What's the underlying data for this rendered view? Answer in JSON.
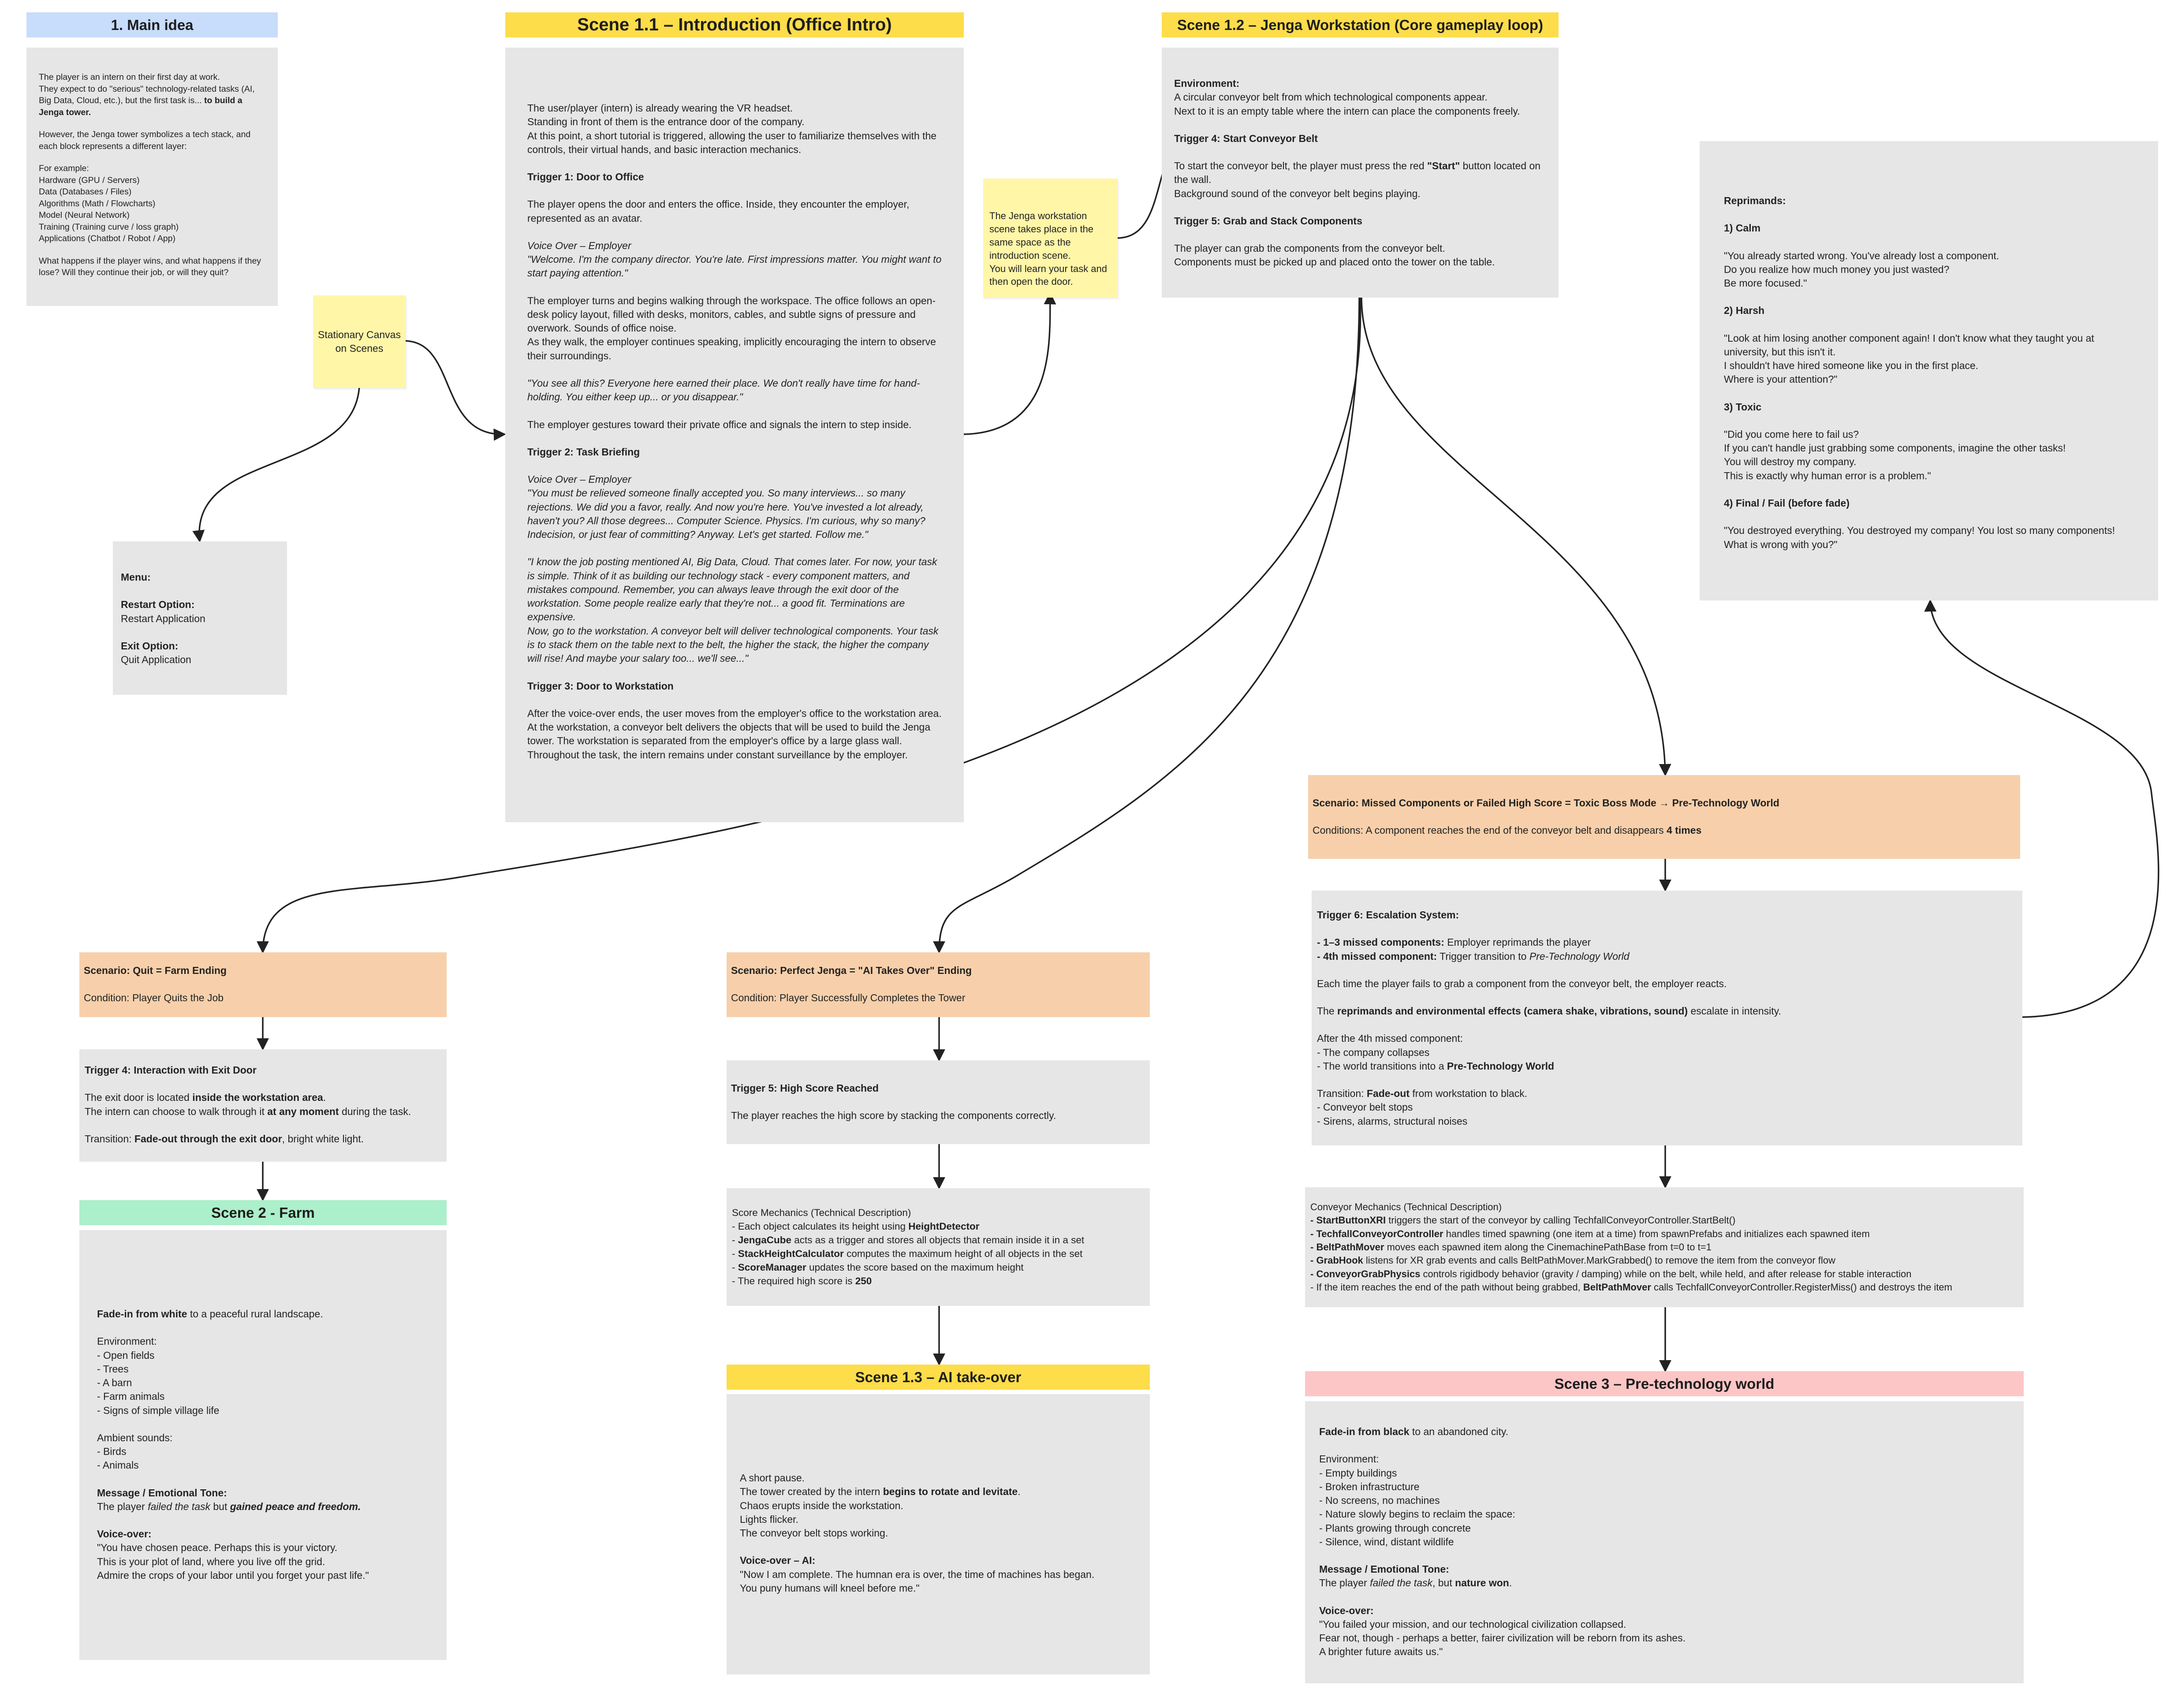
{
  "colors": {
    "canvas_bg": "#ffffff",
    "box_bg": "#e6e6e6",
    "header_yellow": "#fddd4a",
    "header_blue": "#c8dcfb",
    "header_green": "#acefcb",
    "header_pink": "#fdc6c6",
    "scenario_peach": "#f7d0ab",
    "sticky_yellow": "#fff6a8",
    "connector": "#222222"
  },
  "main_idea": {
    "title": "1. Main idea",
    "p1": [
      "The player is an intern on their first day at work.\nThey expect to do \"serious\" technology-related tasks (AI, Big Data, Cloud, etc.), but the first task is... ",
      {
        "b": "to build a Jenga tower."
      }
    ],
    "p2": [
      "However, the Jenga tower symbolizes a tech stack, and each block represents a different layer:"
    ],
    "p3": [
      "For example:\nHardware (GPU / Servers)\nData (Databases / Files)\nAlgorithms (Math / Flowcharts)\nModel (Neural Network)\nTraining (Training curve / loss graph)\nApplications (Chatbot / Robot / App)"
    ],
    "p4": [
      "What happens if the player wins, and what happens if they lose? Will they continue their job, or will they quit?"
    ]
  },
  "sticky_canvas": {
    "text": "Stationary Canvas\non Scenes"
  },
  "menu": {
    "p1": [
      {
        "b": "Menu:"
      }
    ],
    "p2": [
      {
        "b": "Restart Option:"
      },
      "\nRestart Application"
    ],
    "p3": [
      {
        "b": "Exit Option:"
      },
      "\nQuit Application"
    ]
  },
  "scene_1_1": {
    "title": "Scene 1.1 – Introduction (Office Intro)",
    "p1": [
      "The user/player (intern) is already wearing the VR headset.\n Standing in front of them is the entrance door of the company.\nAt this point, a short tutorial is triggered, allowing the user to familiarize themselves with the controls, their virtual hands, and basic interaction mechanics."
    ],
    "p2": [
      {
        "b": "Trigger 1: Door to Office"
      }
    ],
    "p3": [
      "The player opens the door and enters the office. Inside, they encounter the employer, represented as an avatar."
    ],
    "p4": [
      {
        "i": "Voice Over – Employer\n\"Welcome. I'm the company director. You're late. First impressions matter. You might want to start paying attention.\""
      }
    ],
    "p5": [
      "The employer turns and begins walking through the workspace. The office follows an open-desk policy layout, filled with desks, monitors, cables, and subtle signs of pressure and overwork. Sounds of office noise.\nAs they walk, the employer continues speaking, implicitly encouraging the intern to observe their surroundings."
    ],
    "p6": [
      {
        "i": "\"You see all this? Everyone here earned their place. We don't really have time for hand-holding. You either keep up... or you disappear.\""
      }
    ],
    "p7": [
      "The employer gestures toward their private office and signals the intern to step inside."
    ],
    "p8": [
      {
        "b": "Trigger 2: Task Briefing"
      }
    ],
    "p9": [
      {
        "i": "Voice Over – Employer\n\"You must be relieved someone finally accepted you. So many interviews... so many rejections. We did you a favor, really. And now you're here. You've invested a lot already, haven't you? All those degrees... Computer Science. Physics. I'm curious, why so many? Indecision, or just fear of committing? Anyway. Let's get started. Follow me.\""
      }
    ],
    "p10": [
      {
        "i": "\"I know the job posting mentioned AI, Big Data, Cloud. That comes later. For now, your task is simple. Think of it as building our technology stack - every component matters, and mistakes compound. Remember, you can always leave through the exit door of the workstation. Some people realize early that they're not... a good fit. Terminations are expensive.\nNow, go to the workstation. A conveyor belt will deliver technological components. Your task is to stack them on the table next to the belt, the higher the stack, the higher the company will rise! And maybe your salary too... we'll see...\""
      }
    ],
    "p11": [
      {
        "b": "Trigger 3: Door to Workstation"
      }
    ],
    "p12": [
      "After the voice-over ends, the user moves from the employer's office to the workstation area.\nAt the workstation, a conveyor belt delivers the objects that will be used to build the Jenga tower. The workstation is separated from the employer's office by a large glass wall.\nThroughout the task, the intern remains under constant surveillance by the employer."
    ]
  },
  "sticky_workstation": {
    "text": "The Jenga workstation scene takes place in the same space as the introduction scene.\n You will learn your task and then open the door."
  },
  "scene_1_2": {
    "title": "Scene 1.2 – Jenga Workstation (Core gameplay loop)",
    "p1": [
      {
        "b": "Environment:"
      },
      "\n A circular conveyor belt from which technological components appear.\n Next to it is an empty table where the intern can place the components freely."
    ],
    "p2": [
      {
        "b": "Trigger 4: Start Conveyor Belt"
      }
    ],
    "p3": [
      "To start the conveyor belt, the player must press the red ",
      {
        "b": "\"Start\""
      },
      " button located on the wall.\nBackground sound of the conveyor belt begins playing."
    ],
    "p4": [
      {
        "b": "Trigger 5: Grab and Stack Components"
      }
    ],
    "p5": [
      "The player can grab the components from the conveyor belt.\nComponents must be picked up and placed onto the tower on the table."
    ]
  },
  "reprimands": {
    "p1": [
      {
        "b": "Reprimands:"
      }
    ],
    "p2": [
      {
        "b": "1) Calm"
      }
    ],
    "p3": [
      "\"You already started wrong. You've already lost a component.\nDo you realize how much money you just wasted?\nBe more focused.\""
    ],
    "p4": [
      {
        "b": "2) Harsh"
      }
    ],
    "p5": [
      "\"Look at him losing another component again! I don't know what they taught you at university, but this isn't it.\nI shouldn't have hired someone like you in the first place.\nWhere is your attention?\""
    ],
    "p6": [
      {
        "b": "3) Toxic"
      }
    ],
    "p7": [
      "\"Did you come here to fail us?\nIf you can't handle just grabbing some components, imagine the other tasks!\nYou will destroy my company.\nThis is exactly why human error is a problem.\""
    ],
    "p8": [
      {
        "b": "4) Final / Fail (before fade)"
      }
    ],
    "p9": [
      "\"You destroyed everything. You destroyed my company! You lost so many components!\nWhat is wrong with you?\""
    ]
  },
  "scenario_toxic": {
    "p1": [
      {
        "b": "Scenario: Missed Components or Failed High Score = Toxic Boss Mode → Pre-Technology World"
      }
    ],
    "p2": [
      "Conditions: A component reaches the end of the conveyor belt and disappears ",
      {
        "b": "4 times"
      }
    ]
  },
  "trigger6": {
    "p1": [
      {
        "b": "Trigger 6: Escalation System:"
      }
    ],
    "p2": [
      {
        "b": "- 1–3 missed components:"
      },
      " Employer reprimands the player\n",
      {
        "b": "- 4th missed component:"
      },
      " Trigger transition to ",
      {
        "i": "Pre-Technology World"
      }
    ],
    "p3": [
      "Each time the player fails to grab a component from the conveyor belt, the employer reacts."
    ],
    "p4": [
      "The ",
      {
        "b": "reprimands and environmental effects (camera shake, vibrations, sound)"
      },
      " escalate in intensity."
    ],
    "p5": [
      "After the 4th missed component:\n- The company collapses\n- The world transitions into a ",
      {
        "b": "Pre-Technology World"
      }
    ],
    "p6": [
      "Transition: ",
      {
        "b": "Fade-out"
      },
      " from workstation to black.\n- Conveyor belt stops\n- Sirens, alarms, structural noises"
    ]
  },
  "conveyor_mechanics": {
    "p1": [
      "Conveyor Mechanics (Technical Description)\n",
      {
        "b": "- StartButtonXRI"
      },
      " triggers the start of the conveyor by calling TechfallConveyorController.StartBelt()\n",
      {
        "b": "- TechfallConveyorController"
      },
      " handles timed spawning (one item at a time) from spawnPrefabs and initializes each spawned item\n",
      {
        "b": "- BeltPathMover"
      },
      " moves each spawned item along the CinemachinePathBase from t=0 to t=1\n",
      {
        "b": "- GrabHook"
      },
      " listens for XR grab events and calls BeltPathMover.MarkGrabbed() to remove the item from the conveyor flow\n",
      {
        "b": "- ConveyorGrabPhysics"
      },
      " controls rigidbody behavior (gravity / damping) while on the belt, while held, and after release for stable interaction\n- If the item reaches the end of the path without being grabbed, ",
      {
        "b": "BeltPathMover"
      },
      " calls TechfallConveyorController.RegisterMiss() and destroys the item"
    ]
  },
  "scene_3": {
    "title": "Scene 3 – Pre-technology world",
    "p1": [
      {
        "b": "Fade-in from black"
      },
      " to an abandoned city."
    ],
    "p2": [
      "Environment:\n- Empty buildings\n- Broken infrastructure\n- No screens, no machines\n- Nature slowly begins to reclaim the space:\n- Plants growing through concrete\n- Silence, wind, distant wildlife"
    ],
    "p3": [
      {
        "b": "Message / Emotional Tone:"
      },
      "\nThe player ",
      {
        "i": "failed the task"
      },
      ", but ",
      {
        "b": "nature won"
      },
      "."
    ],
    "p4": [
      {
        "b": "Voice-over:"
      },
      "\n\"You failed your mission, and our technological civilization collapsed.\nFear not, though - perhaps a better, fairer civilization will be reborn from its ashes.\nA brighter future awaits us.\""
    ]
  },
  "scenario_quit": {
    "p1": [
      {
        "b": "Scenario: Quit = Farm Ending"
      }
    ],
    "p2": [
      "Condition: Player Quits the Job"
    ]
  },
  "trigger4_exit": {
    "p1": [
      {
        "b": "Trigger 4: Interaction with Exit Door"
      }
    ],
    "p2": [
      "The exit door is located ",
      {
        "b": "inside the workstation area"
      },
      ".\nThe intern can choose to walk through it ",
      {
        "b": "at any moment"
      },
      " during the task."
    ],
    "p3": [
      "Transition: ",
      {
        "b": "Fade-out through the exit door"
      },
      ", bright white light."
    ]
  },
  "scene_2": {
    "title": "Scene 2 - Farm",
    "p1": [
      {
        "b": "Fade-in from white"
      },
      " to a peaceful rural landscape."
    ],
    "p2": [
      "Environment:\n- Open fields\n- Trees\n- A barn\n- Farm animals\n- Signs of simple village life"
    ],
    "p3": [
      "Ambient sounds:\n- Birds\n- Animals"
    ],
    "p4": [
      {
        "b": "Message / Emotional Tone:"
      },
      "\nThe player ",
      {
        "i": "failed the task"
      },
      " but ",
      {
        "i": {
          "b": "gained"
        }
      },
      " ",
      {
        "bi": "peace and freedom."
      }
    ],
    "p5": [
      {
        "b": "Voice-over:"
      },
      "\n\"You have chosen peace. Perhaps this is your victory.\nThis is your plot of land, where you live off the grid.\nAdmire the crops of your labor until you forget your past life.\""
    ]
  },
  "scenario_perfect": {
    "p1": [
      {
        "b": "Scenario: Perfect Jenga = \"AI Takes Over\" Ending"
      }
    ],
    "p2": [
      "Condition: Player Successfully Completes the Tower"
    ]
  },
  "trigger5_high": {
    "p1": [
      {
        "b": "Trigger 5: High Score Reached"
      }
    ],
    "p2": [
      "The player reaches the high score by stacking the components correctly."
    ]
  },
  "score_mechanics": {
    "p1": [
      "Score Mechanics (Technical Description)\n- Each object calculates its height using ",
      {
        "b": "HeightDetector"
      },
      "\n- ",
      {
        "b": "JengaCube"
      },
      " acts as a trigger and stores all objects that remain inside it in a set\n- ",
      {
        "b": "StackHeightCalculator"
      },
      " computes the maximum height of all objects in the set\n- ",
      {
        "b": "ScoreManager"
      },
      " updates the score based on the maximum height\n- The required high score is ",
      {
        "b": "250"
      }
    ]
  },
  "scene_1_3": {
    "title": "Scene 1.3 – AI take-over",
    "p1": [
      "A short pause.\nThe tower created by the intern ",
      {
        "b": "begins to rotate and levitate"
      },
      ".\nChaos erupts inside the workstation.\nLights flicker.\nThe conveyor belt stops working."
    ],
    "p2": [
      {
        "b": "Voice-over – AI:"
      },
      "\n\"Now I am complete. The humnan era is over, the time of machines has began.\nYou puny humans will kneel before me.\""
    ]
  }
}
